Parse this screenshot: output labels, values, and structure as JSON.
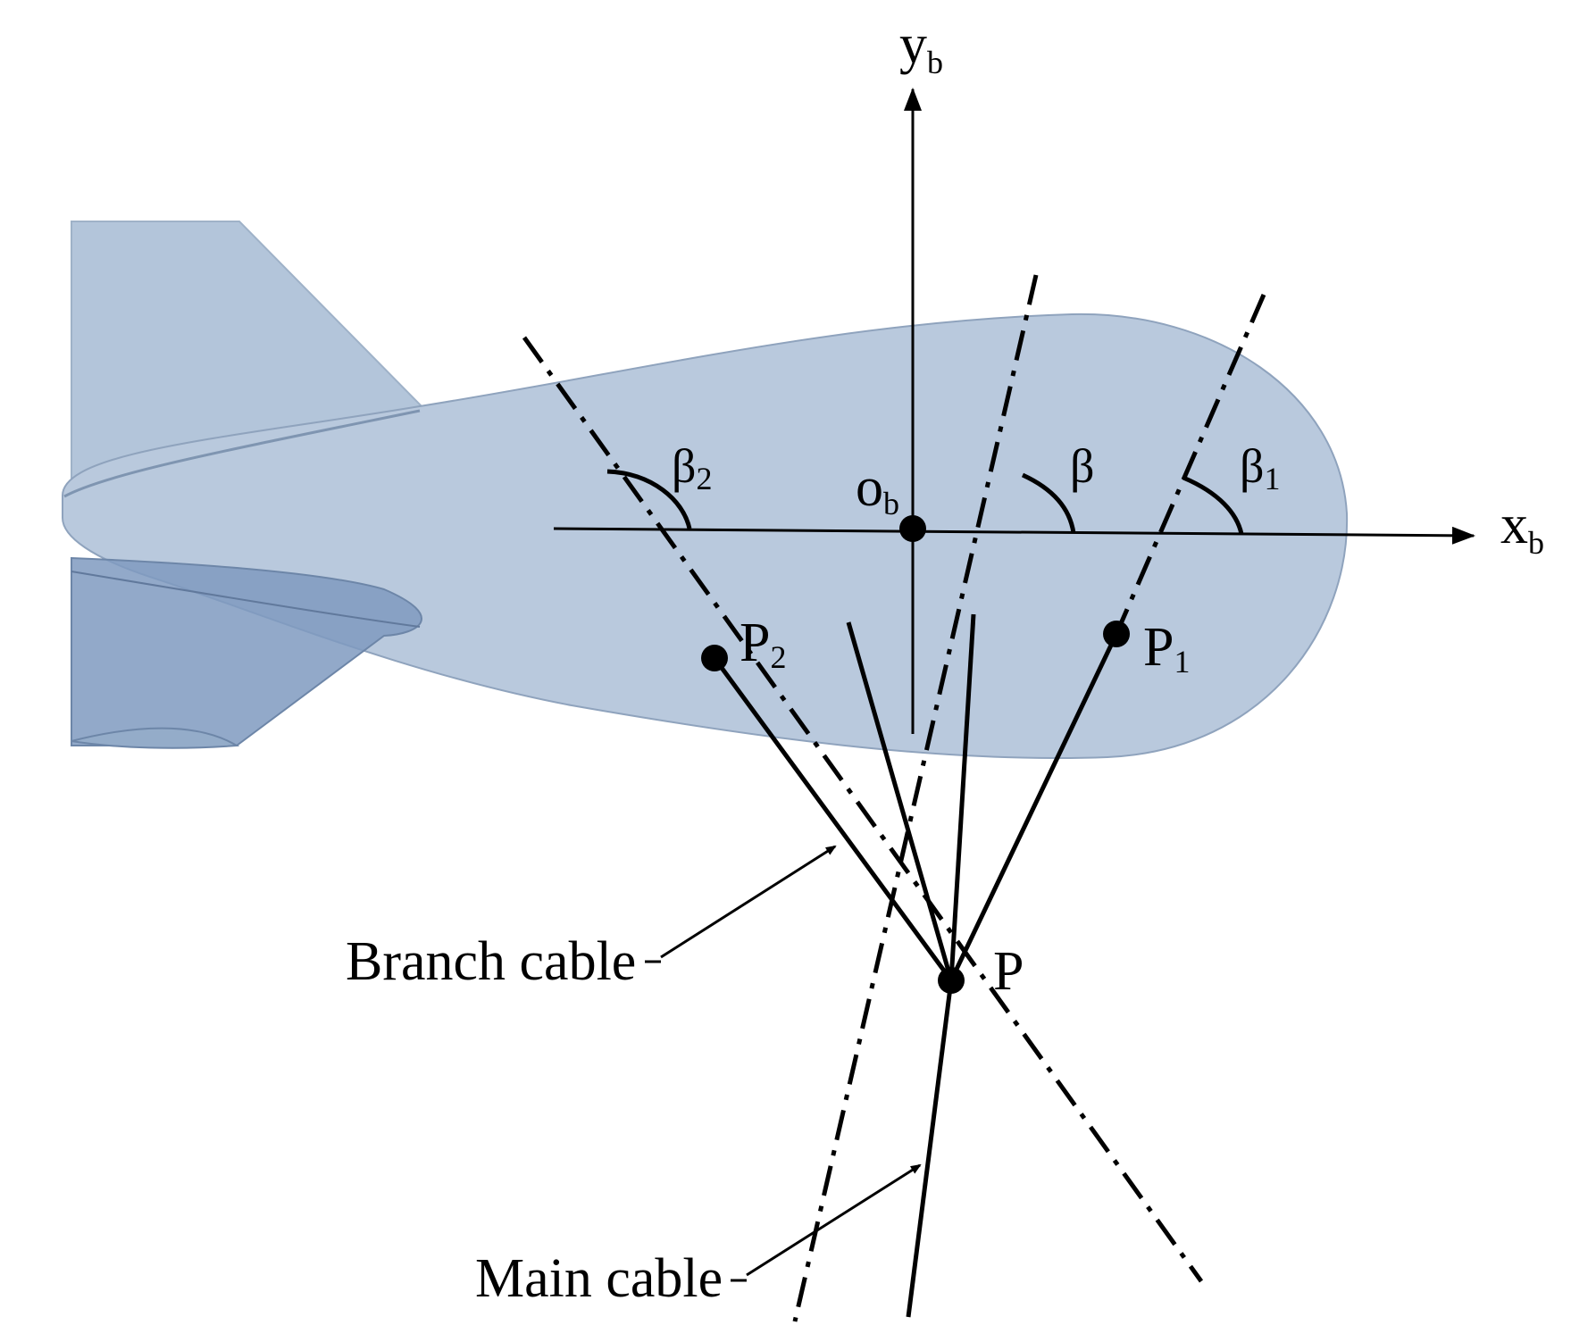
{
  "labels": {
    "y_axis": {
      "main": "y",
      "sub": "b"
    },
    "x_axis": {
      "main": "x",
      "sub": "b"
    },
    "origin": {
      "main": "o",
      "sub": "b"
    },
    "beta": {
      "main": "β"
    },
    "beta1": {
      "main": "β",
      "sub": "1"
    },
    "beta2": {
      "main": "β",
      "sub": "2"
    },
    "point_p": {
      "main": "P"
    },
    "point_p1": {
      "main": "P",
      "sub": "1"
    },
    "point_p2": {
      "main": "P",
      "sub": "2"
    },
    "branch_cable": "Branch cable",
    "main_cable": "Main cable"
  },
  "colors": {
    "hull_fill": "#b9c9dd",
    "hull_stroke": "#8fa3bd",
    "fin_fill": "#a9bcd4",
    "fin_dark": "#7d99bd",
    "line": "#000000"
  }
}
